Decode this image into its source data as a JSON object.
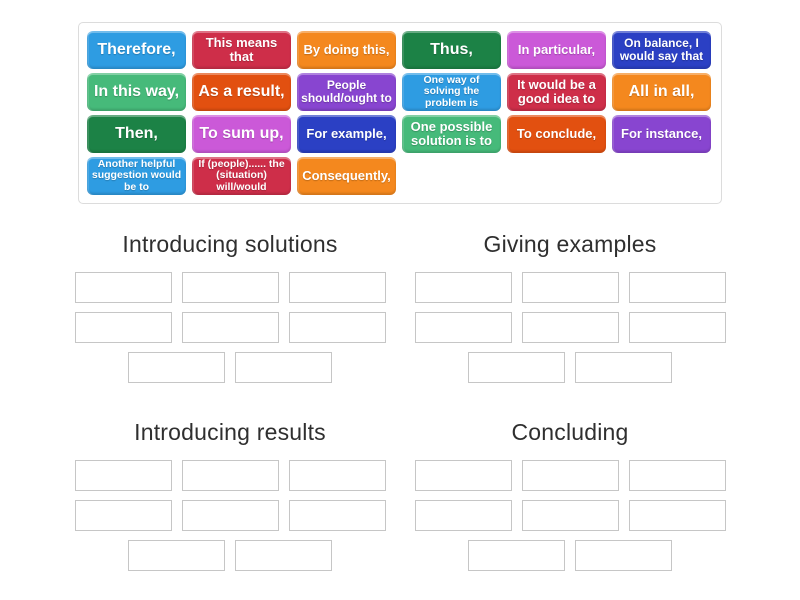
{
  "activity": {
    "type_label": "group-sort"
  },
  "tile_bank": {
    "tiles": [
      {
        "label": "Therefore,",
        "color": "#2e9ce2",
        "size": "lg"
      },
      {
        "label": "This means that",
        "color": "#ce2e49",
        "size": "md"
      },
      {
        "label": "By doing this,",
        "color": "#f4881e",
        "size": "md"
      },
      {
        "label": "Thus,",
        "color": "#1c8246",
        "size": "lg"
      },
      {
        "label": "In particular,",
        "color": "#cb59d8",
        "size": "md"
      },
      {
        "label": "On balance, I would say that",
        "color": "#2b40c4",
        "size": "sm"
      },
      {
        "label": "In this way,",
        "color": "#46ba7a",
        "size": "lg"
      },
      {
        "label": "As a result,",
        "color": "#e25010",
        "size": "lg"
      },
      {
        "label": "People should/ought to",
        "color": "#8845d0",
        "size": "sm"
      },
      {
        "label": "One way of solving the problem is",
        "color": "#2e9ce2",
        "size": "xs"
      },
      {
        "label": "It would be a good idea to",
        "color": "#ce2e49",
        "size": "md"
      },
      {
        "label": "All in all,",
        "color": "#f4881e",
        "size": "lg"
      },
      {
        "label": "Then,",
        "color": "#1c8246",
        "size": "lg"
      },
      {
        "label": "To sum up,",
        "color": "#cb59d8",
        "size": "lg"
      },
      {
        "label": "For example,",
        "color": "#2b40c4",
        "size": "md"
      },
      {
        "label": "One possible solution is to",
        "color": "#46ba7a",
        "size": "md"
      },
      {
        "label": "To conclude,",
        "color": "#e25010",
        "size": "md"
      },
      {
        "label": "For instance,",
        "color": "#8845d0",
        "size": "md"
      },
      {
        "label": "Another helpful suggestion would be to",
        "color": "#2e9ce2",
        "size": "xs"
      },
      {
        "label": "If (people)...... the (situation) will/would",
        "color": "#ce2e49",
        "size": "xs"
      },
      {
        "label": "Consequently,",
        "color": "#f4881e",
        "size": "md"
      }
    ]
  },
  "groups": [
    {
      "title": "Introducing solutions",
      "slot_count": 8
    },
    {
      "title": "Giving examples",
      "slot_count": 8
    },
    {
      "title": "Introducing results",
      "slot_count": 8
    },
    {
      "title": "Concluding",
      "slot_count": 8
    }
  ]
}
